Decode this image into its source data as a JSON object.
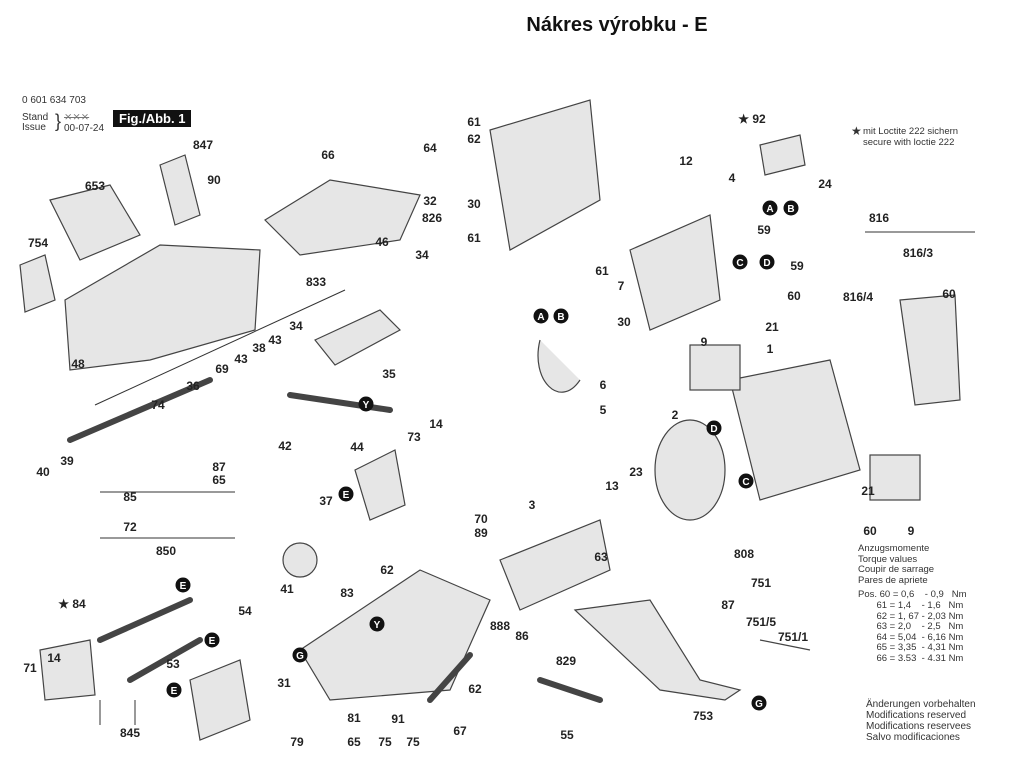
{
  "title": "Nákres výrobku - E",
  "header": {
    "part_number": "0 601 634 703",
    "stand_label": "Stand",
    "issue_label": "Issue",
    "issue_date": "00-07-24",
    "figure": "Fig./Abb. 1"
  },
  "notes": {
    "star": "★",
    "line1": "mit Loctite 222 sichern",
    "line2": "secure with loctie 222"
  },
  "torque": {
    "headings": [
      "Anzugsmomente",
      "Torque values",
      "Coupir de sarrage",
      "Pares de apriete"
    ],
    "rows": [
      "Pos. 60 = 0,6    - 0,9   Nm",
      "       61 = 1,4    - 1,6   Nm",
      "       62 = 1, 67 - 2,03 Nm",
      "       63 = 2,0    - 2,5   Nm",
      "       64 = 5,04  - 6,16 Nm",
      "       65 = 3,35  - 4,31 Nm",
      "       66 = 3.53  - 4.31 Nm"
    ]
  },
  "modifications": [
    "Änderungen vorbehalten",
    "Modifications reserved",
    "Modifications reservees",
    "Salvo modificaciones"
  ],
  "part_labels": [
    "847",
    "90",
    "653",
    "754",
    "48",
    "66",
    "64",
    "32",
    "826",
    "46",
    "34",
    "833",
    "43",
    "34",
    "38",
    "43",
    "69",
    "35",
    "36",
    "74",
    "42",
    "40",
    "39",
    "87",
    "65",
    "85",
    "72",
    "850",
    "44",
    "73",
    "14",
    "37",
    "70",
    "89",
    "3",
    "41",
    "54",
    "★ 84",
    "71",
    "14",
    "845",
    "53",
    "62",
    "83",
    "31",
    "81",
    "65",
    "79",
    "75",
    "91",
    "75",
    "67",
    "888",
    "86",
    "62",
    "829",
    "55",
    "753",
    "751",
    "87",
    "751/5",
    "751/1",
    "808",
    "63",
    "13",
    "23",
    "2",
    "60",
    "21",
    "9",
    "9",
    "1",
    "21",
    "60",
    "816",
    "816/3",
    "60",
    "816/4",
    "61",
    "62",
    "30",
    "61",
    "61",
    "7",
    "30",
    "12",
    "★ 92",
    "4",
    "24",
    "59",
    "59",
    "6",
    "5"
  ],
  "connector_markers": [
    "Y",
    "Y",
    "E",
    "E",
    "E",
    "E",
    "G",
    "G",
    "D",
    "C",
    "A",
    "B",
    "C",
    "D",
    "A",
    "B"
  ],
  "colors": {
    "marker_fill": "#111111",
    "part_stroke": "#444444",
    "part_fill": "#e6e6e6"
  }
}
